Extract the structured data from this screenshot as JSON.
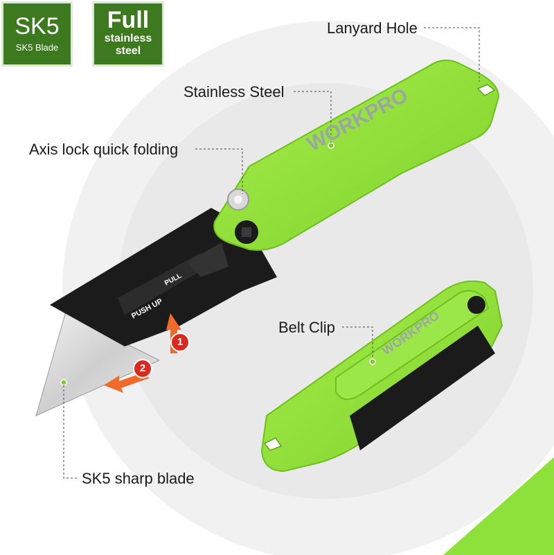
{
  "badges": {
    "sk5": {
      "title": "SK5",
      "subtitle": "SK5 Blade"
    },
    "full": {
      "title": "Full",
      "line2": "stainless",
      "line3": "steel"
    }
  },
  "callouts": {
    "lanyard_hole": "Lanyard Hole",
    "stainless_steel": "Stainless Steel",
    "axis_lock": "Axis lock quick folding",
    "belt_clip": "Belt Clip",
    "sk5_blade": "SK5 sharp blade"
  },
  "product": {
    "brand": "WORKPRO",
    "push_up_label": "PUSH UP",
    "pull_label": "PULL",
    "step1": "1",
    "step2": "2"
  },
  "colors": {
    "handle_green": "#8ee03a",
    "blade_black": "#1a1a1a",
    "badge_green": "#3d7a1f",
    "accent_red": "#d62b1e",
    "arrow_orange": "#f06a2a"
  }
}
